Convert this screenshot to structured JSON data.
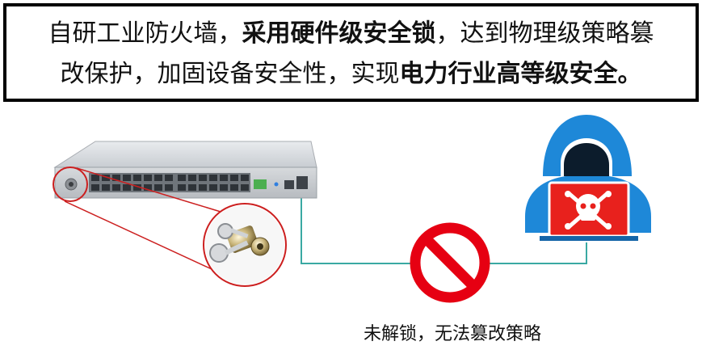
{
  "caption": {
    "line1_a": "自研工业防火墙，",
    "line1_b": "采用硬件级安全锁",
    "line1_c": "，达到物理级策略篡",
    "line2_a": "改保护，加固设备安全性，实现",
    "line2_b": "电力行业高等级安全。"
  },
  "bottom_label": "未解锁，无法篡改策略",
  "colors": {
    "connector": "#3aa9a3",
    "prohibit": "#e60012",
    "hacker": "#1e88d8",
    "screen": "#e8211d",
    "highlight_line": "#cc1f1f"
  }
}
